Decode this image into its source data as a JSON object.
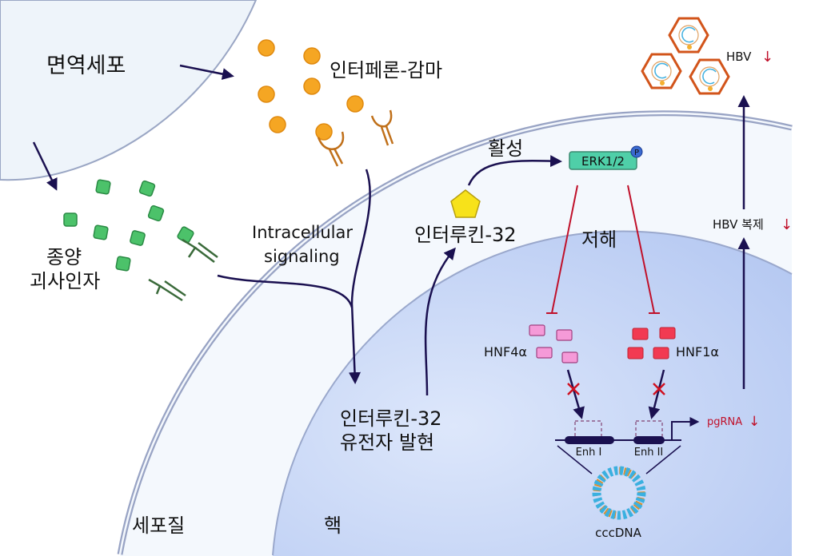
{
  "labels": {
    "immune_cell": "면역세포",
    "interferon_gamma": "인터페론-감마",
    "tnf_line1": "종양",
    "tnf_line2": "괴사인자",
    "intracellular_line1": "Intracellular",
    "intracellular_line2": "signaling",
    "activation": "활성",
    "erk": "ERK1/2",
    "phospho": "P",
    "il32": "인터루킨-32",
    "inhibition": "저해",
    "hnf4a": "HNF4α",
    "hnf1a": "HNF1α",
    "il32_expr_line1": "인터루킨-32",
    "il32_expr_line2": "유전자 발현",
    "enh1": "Enh I",
    "enh2": "Enh II",
    "pgrna": "pgRNA",
    "down_arrow": "↓",
    "cccdna": "cccDNA",
    "cytoplasm": "세포질",
    "nucleus": "핵",
    "hbv_replication": "HBV 복제",
    "hbv": "HBV"
  },
  "colors": {
    "arrow": "#1a1050",
    "inhibit": "#c0102a",
    "interferon": "#f5a623",
    "tnf": "#4cc26a",
    "erk": "#4fcfa8",
    "hnf4a": "#f59ad8",
    "hnf1a": "#f23a52",
    "capsid": "#d2541a"
  }
}
